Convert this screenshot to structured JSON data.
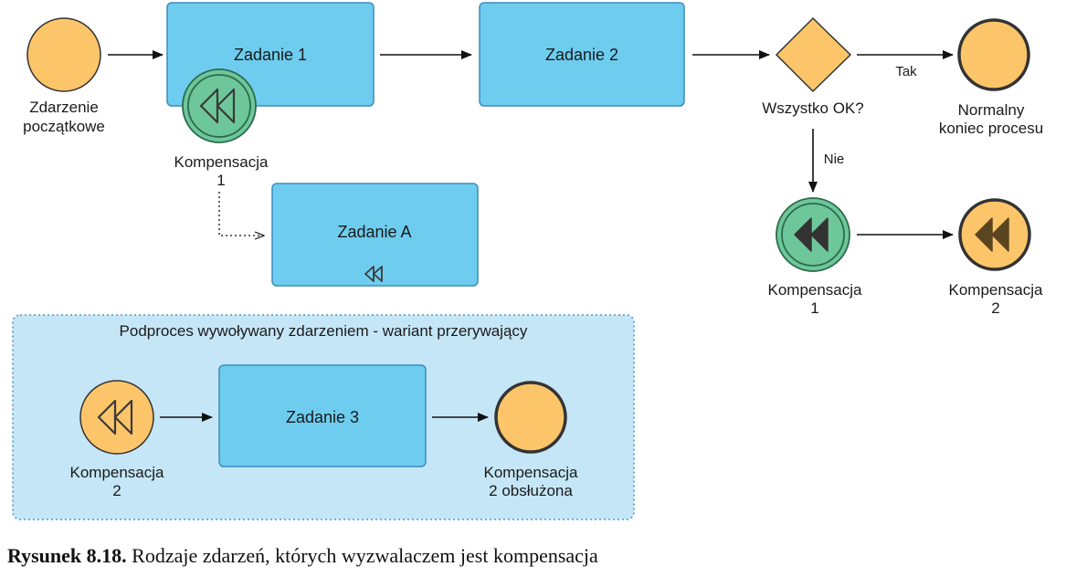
{
  "colors": {
    "task_fill": "#6ecdef",
    "task_stroke": "#3a8bbf",
    "event_orange": "#fdc56a",
    "event_orange_stroke": "#333333",
    "event_green": "#6ec79a",
    "event_green_stroke": "#2b6b4c",
    "subprocess_fill": "#c5e6f6",
    "subprocess_stroke": "#5aa6d0",
    "arrow": "#111111",
    "marker_dark": "#3a3a3a"
  },
  "nodes": {
    "start_event": {
      "label_line1": "Zdarzenie",
      "label_line2": "początkowe"
    },
    "task1": {
      "label": "Zadanie 1"
    },
    "compensation_boundary_1": {
      "label_line1": "Kompensacja",
      "label_line2": "1",
      "icon": "compensation-rewind-icon"
    },
    "task2": {
      "label": "Zadanie 2"
    },
    "gateway": {
      "label": "Wszystko OK?"
    },
    "normal_end": {
      "label_line1": "Normalny",
      "label_line2": "koniec procesu"
    },
    "taskA": {
      "label": "Zadanie A",
      "icon": "compensation-marker-icon"
    },
    "throw_compensation_1": {
      "label_line1": "Kompensacja",
      "label_line2": "1",
      "icon": "compensation-rewind-filled-icon"
    },
    "end_compensation_2": {
      "label_line1": "Kompensacja",
      "label_line2": "2",
      "icon": "compensation-rewind-filled-icon"
    }
  },
  "edge_labels": {
    "tak": "Tak",
    "nie": "Nie"
  },
  "subprocess": {
    "title": "Podproces wywoływany zdarzeniem - wariant przerywający",
    "start_label_line1": "Kompensacja",
    "start_label_line2": "2",
    "task3": "Zadanie 3",
    "end_label_line1": "Kompensacja",
    "end_label_line2": "2 obsłużona"
  },
  "caption": {
    "prefix": "Rysunek 8.18.",
    "text": " Rodzaje zdarzeń, których wyzwalaczem jest kompensacja"
  }
}
